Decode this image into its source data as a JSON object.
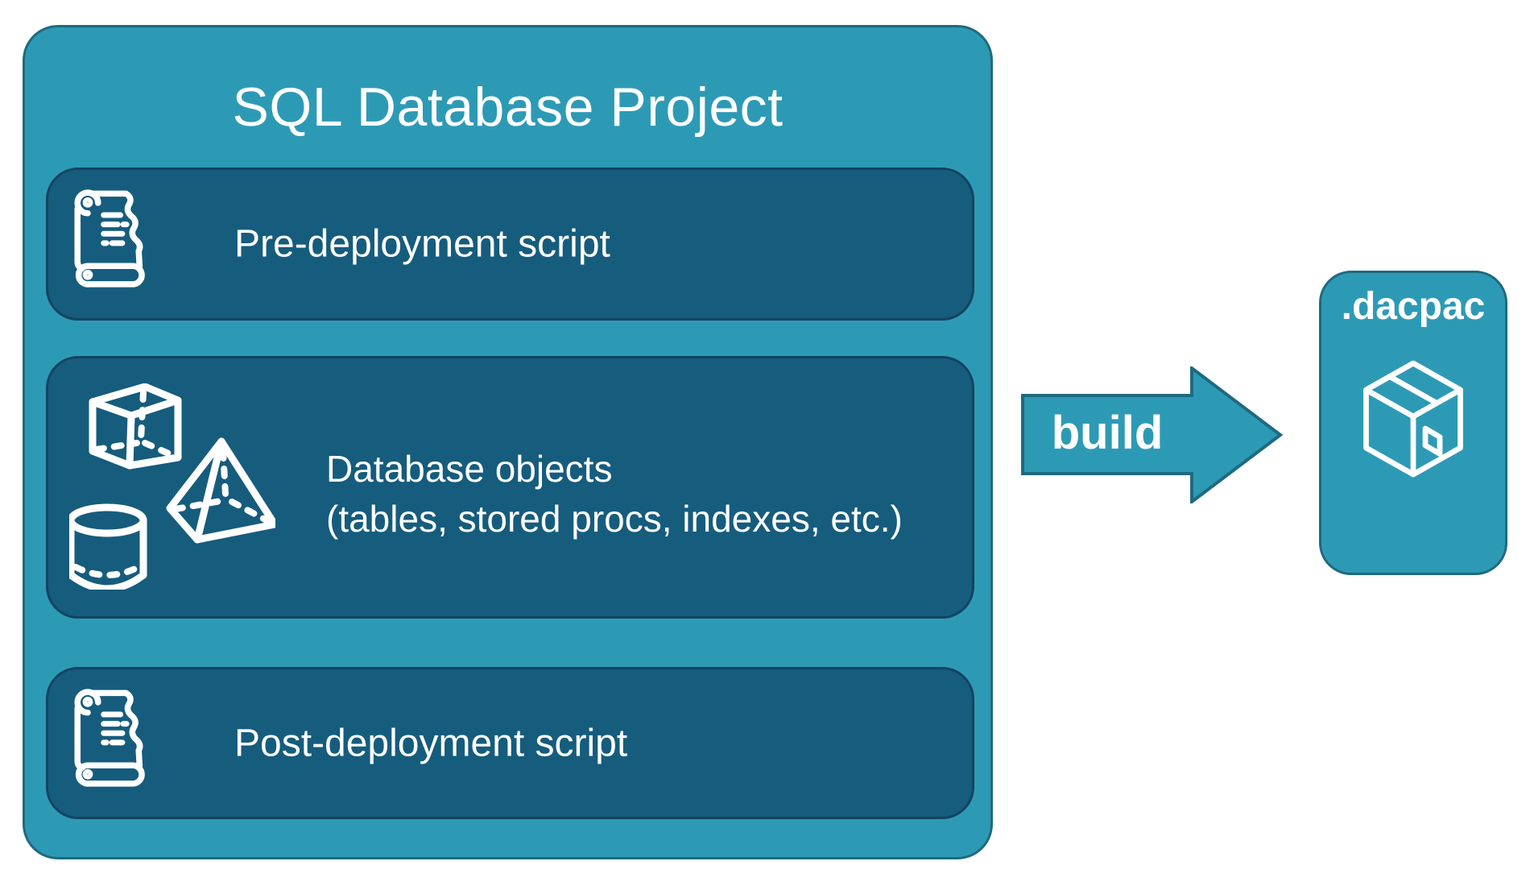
{
  "project": {
    "title": "SQL Database Project",
    "boxes": [
      {
        "label": "Pre-deployment script",
        "icon": "scroll-icon"
      },
      {
        "label": "Database objects",
        "sublabel": "(tables, stored procs, indexes, etc.)",
        "icon": "geometric-shapes-icon"
      },
      {
        "label": "Post-deployment script",
        "icon": "scroll-icon"
      }
    ]
  },
  "arrow": {
    "label": "build"
  },
  "output": {
    "label": ".dacpac",
    "icon": "package-icon"
  },
  "colors": {
    "teal": "#2D9AB5",
    "teal_border": "#1E6A80",
    "panel_dark": "#165C7D",
    "panel_border": "#124460",
    "text": "#FFFFFF",
    "background": "#FFFFFF"
  }
}
